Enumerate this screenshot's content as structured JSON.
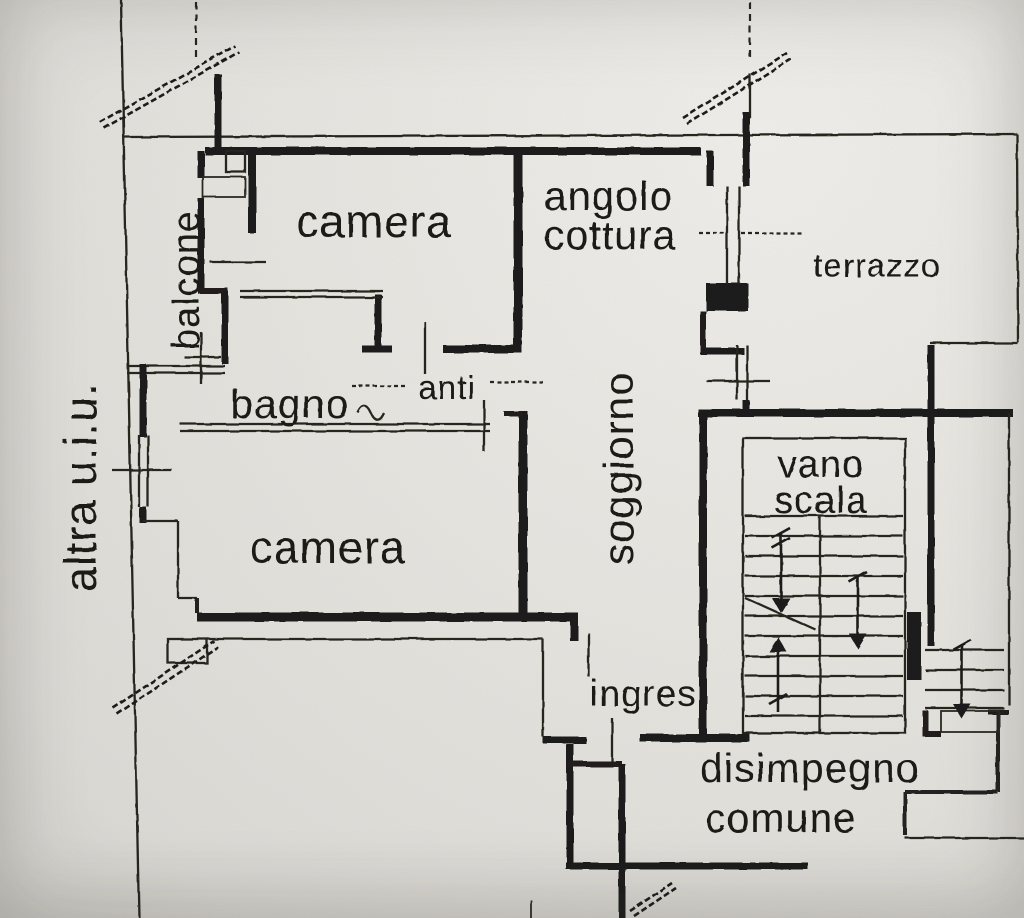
{
  "palette": {
    "paper": "#e6e4df",
    "ink": "#1c1c1c"
  },
  "plan": {
    "labels": {
      "altra_uiu": "altra u.i.u.",
      "balcone": "balcone",
      "camera_top": "camera",
      "angolo_line1": "angolo",
      "angolo_line2": "cottura",
      "terrazzo": "terrazzo",
      "bagno": "bagno",
      "anti": "anti",
      "soggiorno": "soggiorno",
      "camera_bottom": "camera",
      "vano_line1": "vano",
      "vano_line2": "scala",
      "ingresso": "ingres",
      "disimpegno_line1": "disimpegno",
      "disimpegno_line2": "comune"
    }
  }
}
